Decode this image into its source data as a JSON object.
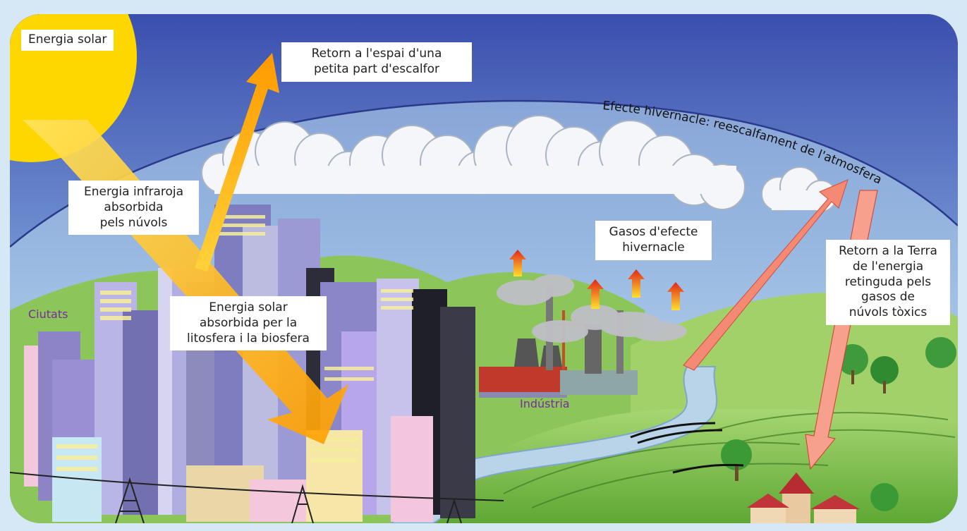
{
  "labels": {
    "solar_energy": "Energia solar",
    "return_space": [
      "Retorn a l'espai d'una",
      "petita part d'escalfor"
    ],
    "infrared": [
      "Energia infraroja",
      "absorbida",
      "pels núvols"
    ],
    "solar_absorbed": [
      "Energia solar",
      "absorbida per la",
      "litosfera i la biosfera"
    ],
    "greenhouse_gases": [
      "Gasos d'efecte",
      "hivernacle"
    ],
    "return_earth": [
      "Retorn a la Terra",
      "de l'energia",
      "retinguda pels",
      "gasos de",
      "núvols tòxics"
    ],
    "cities": "Ciutats",
    "industry": "Indústria",
    "arc_caption": "Efecte hivernacle: reescalfament de l'atmosfera"
  },
  "colors": {
    "sky_top": "#3d55b0",
    "sky_bottom": "#cfe3f2",
    "sun": "#ffd200",
    "sun_beam": "#ffb400",
    "return_arrow": "#f08a70",
    "ground": "#7cc242",
    "label_purple": "#7a2a9e"
  }
}
